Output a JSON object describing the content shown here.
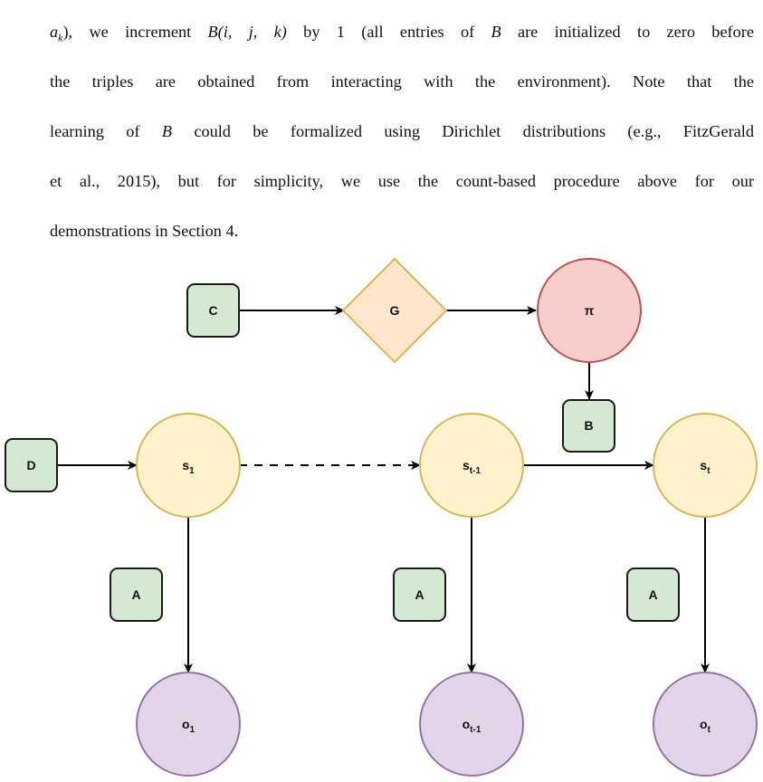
{
  "paragraph": {
    "line1_pre": "),",
    "line1_mid": " we increment ",
    "line1_post": " by 1 (all entries of ",
    "line1_end": " are initialized to zero before",
    "line2": "the triples are obtained from interacting with the environment).  Note that the",
    "line3_pre": "learning of ",
    "line3_post": " could be formalized using Dirichlet distributions (e.g., FitzGerald",
    "line4": "et al., 2015), but for simplicity, we use the count-based procedure above for our",
    "line5": "demonstrations in Section 4."
  },
  "math": {
    "a": "a",
    "k": "k",
    "B_fn": "B",
    "args": "(i, j, k)",
    "B": "B"
  },
  "diagram": {
    "nodes": {
      "C": "C",
      "G": "G",
      "pi": "π",
      "B": "B",
      "D": "D",
      "s": "s",
      "s1_sub": "1",
      "st1_sub": "t-1",
      "st_sub": "t",
      "o": "o",
      "A": "A"
    },
    "colors": {
      "green_fill": "#d5e8d4",
      "green_stroke": "#1a1a1a",
      "orange_fill": "#ffe6cc",
      "orange_stroke": "#d6b656",
      "red_fill": "#f8cecc",
      "red_stroke": "#b85450",
      "yellow_fill": "#fff2cc",
      "yellow_stroke": "#d6b656",
      "purple_fill": "#e1d5e7",
      "purple_stroke": "#9673a6"
    }
  }
}
